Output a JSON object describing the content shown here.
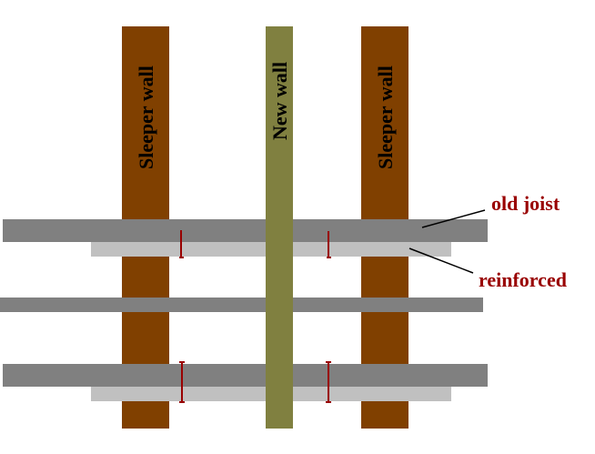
{
  "walls": {
    "left_sleeper": "Sleeper wall",
    "new_wall": "New wall",
    "right_sleeper": "Sleeper wall"
  },
  "labels": {
    "old_joist": "old joist",
    "reinforced": "reinforced"
  },
  "colors": {
    "sleeper": "#804000",
    "new_wall": "#808040",
    "old_joist": "#808080",
    "reinforcement": "#c0c0c0",
    "marker": "#990000",
    "label": "#990000"
  }
}
